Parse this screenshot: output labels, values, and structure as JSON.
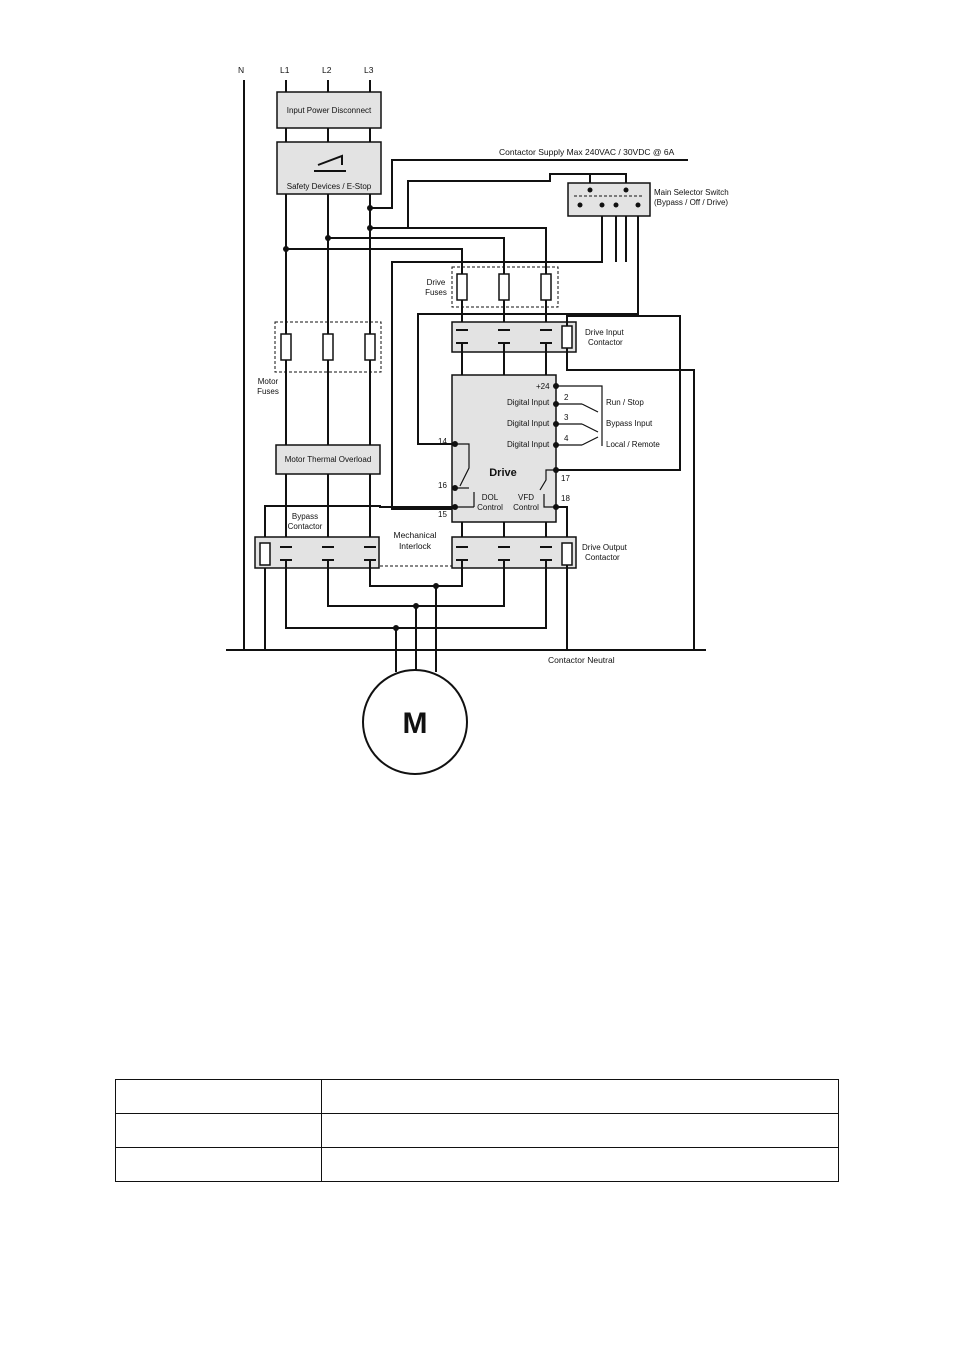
{
  "diagram": {
    "lines": {
      "n": "N",
      "l1": "L1",
      "l2": "L2",
      "l3": "L3"
    },
    "input_power_disconnect": "Input Power Disconnect",
    "safety_devices": "Safety Devices / E-Stop",
    "contactor_supply": "Contactor Supply Max 240VAC / 30VDC @ 6A",
    "main_selector_switch": {
      "line1": "Main Selector Switch",
      "line2": "(Bypass / Off / Drive)"
    },
    "drive_fuses": {
      "line1": "Drive",
      "line2": "Fuses"
    },
    "motor_fuses": {
      "line1": "Motor",
      "line2": "Fuses"
    },
    "drive_input_contactor": {
      "line1": "Drive Input",
      "line2": "Contactor"
    },
    "motor_thermal_overload": "Motor Thermal Overload",
    "bypass_contactor": {
      "line1": "Bypass",
      "line2": "Contactor"
    },
    "mechanical_interlock": {
      "line1": "Mechanical",
      "line2": "Interlock"
    },
    "drive_output_contactor": {
      "line1": "Drive Output",
      "line2": "Contactor"
    },
    "contactor_neutral": "Contactor Neutral",
    "drive": {
      "title": "Drive",
      "plus24": "+24",
      "digital_input": "Digital Input",
      "terminal_2": "2",
      "terminal_3": "3",
      "terminal_4": "4",
      "run_stop": "Run / Stop",
      "bypass_input": "Bypass Input",
      "local_remote": "Local / Remote",
      "terminal_14": "14",
      "terminal_16": "16",
      "terminal_15": "15",
      "terminal_17": "17",
      "terminal_18": "18",
      "dol_control": {
        "line1": "DOL",
        "line2": "Control"
      },
      "vfd_control": {
        "line1": "VFD",
        "line2": "Control"
      }
    },
    "motor": "M"
  },
  "table": {
    "rows": [
      [
        "",
        ""
      ],
      [
        "",
        ""
      ],
      [
        "",
        ""
      ]
    ]
  }
}
